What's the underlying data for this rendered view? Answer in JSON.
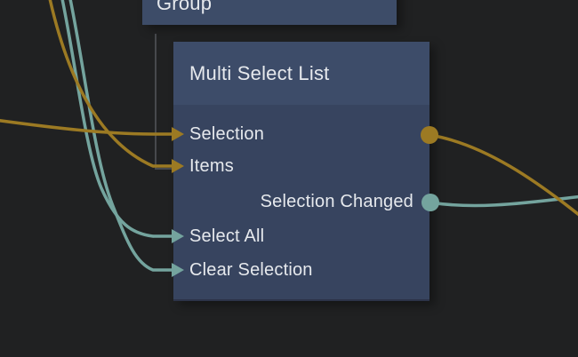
{
  "colors": {
    "background": "#202122",
    "node_header": "#3d4c69",
    "node_body": "#37445f",
    "node_border_bottom": "#2c3349",
    "group_fill": "#3d4c68",
    "gold": "#9c7a23",
    "teal": "#74a49e",
    "hierarchy_line": "#47494d",
    "text": "#e6e9ed"
  },
  "nodes": {
    "group": {
      "title": "Group"
    },
    "multi_select_list": {
      "title": "Multi Select List",
      "ports": [
        {
          "label": "Selection",
          "side": "left",
          "wire": "gold",
          "has_input": true,
          "has_output": true
        },
        {
          "label": "Items",
          "side": "left",
          "wire": "gold",
          "has_input": true,
          "has_output": false
        },
        {
          "label": "Selection Changed",
          "side": "right",
          "wire": "teal",
          "has_input": false,
          "has_output": true
        },
        {
          "label": "Select All",
          "side": "left",
          "wire": "teal",
          "has_input": true,
          "has_output": false
        },
        {
          "label": "Clear Selection",
          "side": "left",
          "wire": "teal",
          "has_input": true,
          "has_output": false
        }
      ]
    }
  }
}
